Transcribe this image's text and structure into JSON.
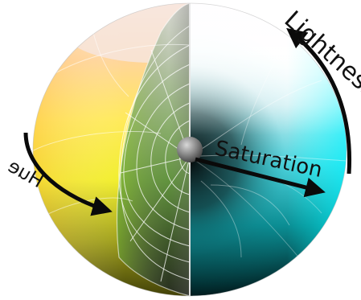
{
  "diagram": {
    "labels": {
      "lightness": "Lightness",
      "saturation": "Saturation",
      "hue": "Hue"
    },
    "colors": {
      "arrow": "#0a0a0a",
      "grid_line": "#ffffff",
      "center_sphere": "#8a8a8a"
    }
  }
}
